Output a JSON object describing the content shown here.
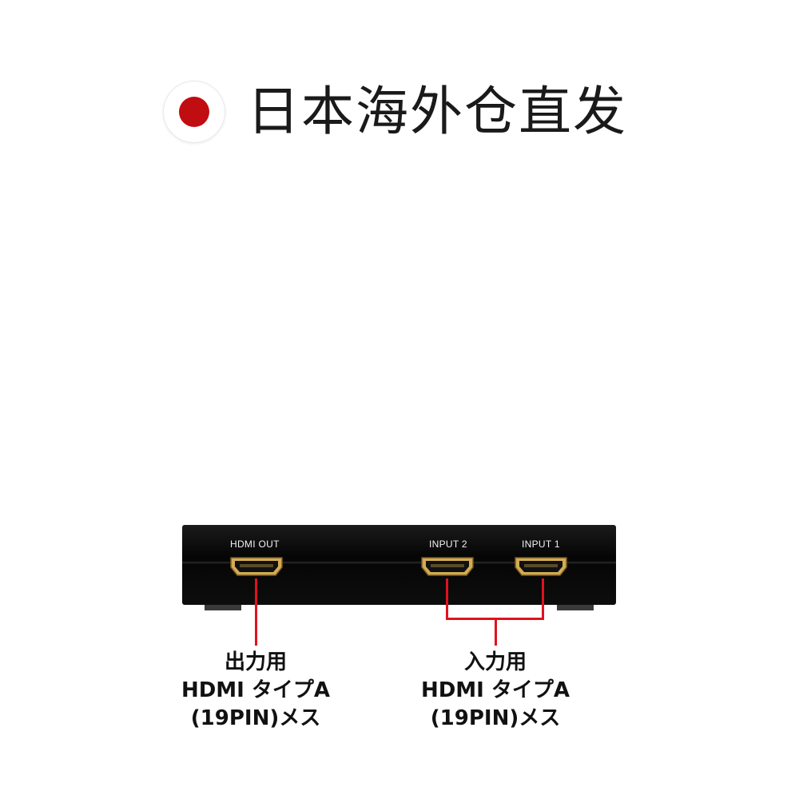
{
  "banner": {
    "text": "日本海外仓直发",
    "flag_icon": "japan-flag-icon",
    "colors": {
      "flag_red": "#c00d12",
      "text": "#1a1a1a"
    }
  },
  "device": {
    "ports": [
      {
        "label": "HDMI OUT"
      },
      {
        "label": "INPUT 2"
      },
      {
        "label": "INPUT 1"
      }
    ]
  },
  "captions": {
    "output": {
      "line1": "出力用",
      "line2": "HDMI タイプA",
      "line3": "(19PIN)メス"
    },
    "input": {
      "line1": "入力用",
      "line2": "HDMI タイプA",
      "line3": "(19PIN)メス"
    }
  },
  "colors": {
    "callout_line": "#e0121f",
    "port_gold": "#c9a24a",
    "device_body": "#0a0a0a"
  }
}
